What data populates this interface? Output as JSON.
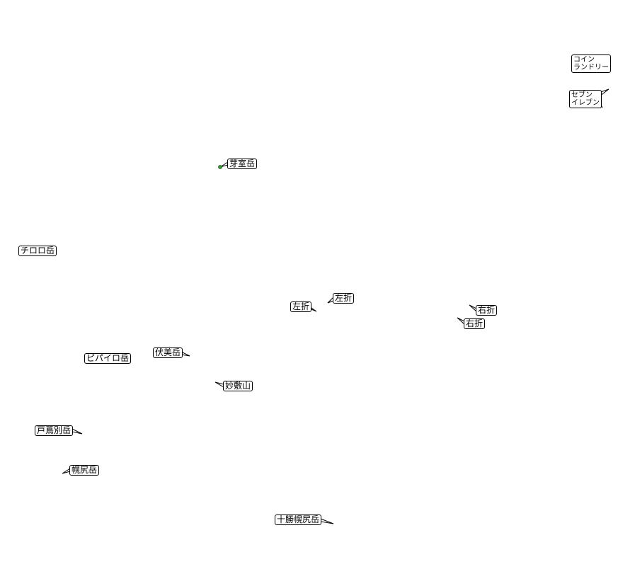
{
  "colors": {
    "background": "#ffffff",
    "label_border": "#000000",
    "label_fill": "#ffffff",
    "peak_marker": "#3a9a3a"
  },
  "map": {
    "labels": [
      {
        "id": "coin-laundry",
        "text": "コイン\nランドリー",
        "kind": "poi"
      },
      {
        "id": "seven-eleven",
        "text": "セブン\nイレブン",
        "kind": "poi"
      },
      {
        "id": "memuro-dake",
        "text": "芽室岳",
        "kind": "peak"
      },
      {
        "id": "chiroro-dake",
        "text": "チロロ岳",
        "kind": "peak"
      },
      {
        "id": "turn-left-1",
        "text": "左折",
        "kind": "turn"
      },
      {
        "id": "turn-left-2",
        "text": "左折",
        "kind": "turn"
      },
      {
        "id": "turn-right-1",
        "text": "右折",
        "kind": "turn"
      },
      {
        "id": "turn-right-2",
        "text": "右折",
        "kind": "turn"
      },
      {
        "id": "pipairo-dake",
        "text": "ピパイロ岳",
        "kind": "peak"
      },
      {
        "id": "fushimi-dake",
        "text": "伏美岳",
        "kind": "peak"
      },
      {
        "id": "myoshiki-yama",
        "text": "妙敷山",
        "kind": "peak"
      },
      {
        "id": "totsutabetsu-dake",
        "text": "戸蔦別岳",
        "kind": "peak"
      },
      {
        "id": "horoshiri-dake",
        "text": "幌尻岳",
        "kind": "peak"
      },
      {
        "id": "tokachi-horoshiri-dake",
        "text": "十勝幌尻岳",
        "kind": "peak"
      }
    ]
  }
}
